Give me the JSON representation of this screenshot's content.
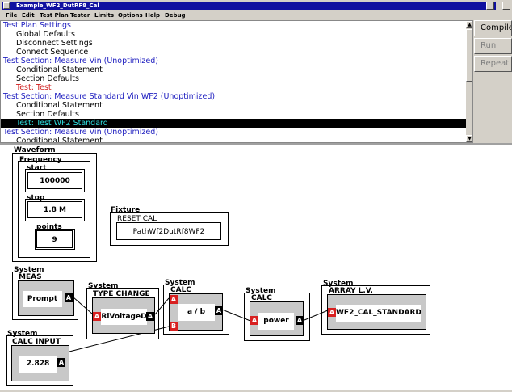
{
  "window": {
    "title": "Example_WF2_DutRF8_Cal"
  },
  "menu": [
    "File",
    "Edit",
    "Test Plan",
    "Tester",
    "Limits",
    "Options",
    "Help",
    "Debug"
  ],
  "tree": [
    {
      "kind": "sec",
      "text": "Test Plan Settings"
    },
    {
      "kind": "item",
      "text": "Global Defaults"
    },
    {
      "kind": "item",
      "text": "Disconnect Settings"
    },
    {
      "kind": "item",
      "text": "Connect Sequence"
    },
    {
      "kind": "sec",
      "text": "Test Section: Measure Vin (Unoptimized)"
    },
    {
      "kind": "item",
      "text": "Conditional Statement"
    },
    {
      "kind": "item",
      "text": "Section Defaults"
    },
    {
      "kind": "test",
      "text": "Test: Test"
    },
    {
      "kind": "sec",
      "text": "Test Section: Measure Standard Vin WF2 (Unoptimized)"
    },
    {
      "kind": "item",
      "text": "Conditional Statement"
    },
    {
      "kind": "item",
      "text": "Section Defaults"
    },
    {
      "kind": "sel",
      "text": "Test: Test WF2 Standard"
    },
    {
      "kind": "sec",
      "text": "Test Section: Measure Vin (Unoptimized)"
    },
    {
      "kind": "item",
      "text": "Conditional Statement"
    }
  ],
  "buttons": {
    "compile": "Compile",
    "run": "Run",
    "repeat": "Repeat"
  },
  "waveform": {
    "title": "Waveform",
    "frequency_title": "Frequency",
    "start_label": "start",
    "start_value": "100000",
    "stop_label": "stop",
    "stop_value": "1.8 M",
    "points_label": "points",
    "points_value": "9"
  },
  "fixture": {
    "title": "Fixture",
    "subtitle": "RESET CAL",
    "value": "PathWf2DutRf8WF2"
  },
  "blocks": {
    "meas": {
      "system": "System",
      "name": "MEAS",
      "value": "Prompt"
    },
    "type_change": {
      "system": "System",
      "name": "TYPE CHANGE",
      "value": "RiVoltageD"
    },
    "calc1": {
      "system": "System",
      "name": "CALC",
      "value": "a / b"
    },
    "calc2": {
      "system": "System",
      "name": "CALC",
      "value": "power"
    },
    "array": {
      "system": "System",
      "name": "ARRAY L.V.",
      "value": "WF2_CAL_STANDARD"
    },
    "calc_input": {
      "system": "System",
      "name": "CALC INPUT",
      "value": "2.828"
    }
  },
  "ports": {
    "in": "A",
    "out": "A",
    "in_b": "B"
  }
}
